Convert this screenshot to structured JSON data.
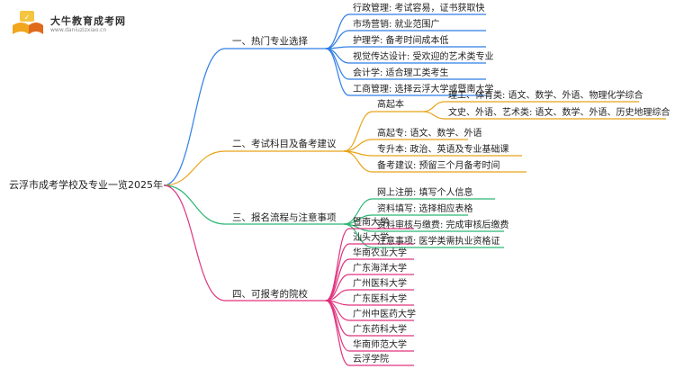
{
  "logo": {
    "title": "大牛教育成考网",
    "url": "www.daniuzizxiao.cn"
  },
  "root": {
    "label": "云浮市成考学校及专业一览2025年"
  },
  "colors": {
    "b1": "#2f7ee6",
    "b2": "#e8a317",
    "b3": "#2bb673",
    "b4": "#e0337e"
  },
  "branches": [
    {
      "label": "一、热门专业选择",
      "items": [
        "行政管理: 考试容易，证书获取快",
        "市场营销: 就业范围广",
        "护理学: 备考时间成本低",
        "视觉传达设计: 受欢迎的艺术类专业",
        "会计学: 适合理工类考生",
        "工商管理: 选择云浮大学或暨南大学"
      ]
    },
    {
      "label": "二、考试科目及备考建议",
      "items": [
        "高起本",
        "高起专: 语文、数学、外语",
        "专升本: 政治、英语及专业基础课",
        "备考建议: 预留三个月备考时间"
      ],
      "sub": [
        "理工、体育类: 语文、数学、外语、物理化学综合",
        "文史、外语、艺术类: 语文、数学、外语、历史地理综合"
      ]
    },
    {
      "label": "三、报名流程与注意事项",
      "items": [
        "网上注册: 填写个人信息",
        "资料填写: 选择相应表格",
        "资料审核与缴费: 完成审核后缴费",
        "注意事项: 医学类需执业资格证"
      ]
    },
    {
      "label": "四、可报考的院校",
      "items": [
        "暨南大学",
        "汕头大学",
        "华南农业大学",
        "广东海洋大学",
        "广州医科大学",
        "广东医科大学",
        "广州中医药大学",
        "广东药科大学",
        "华南师范大学",
        "云浮学院"
      ]
    }
  ]
}
